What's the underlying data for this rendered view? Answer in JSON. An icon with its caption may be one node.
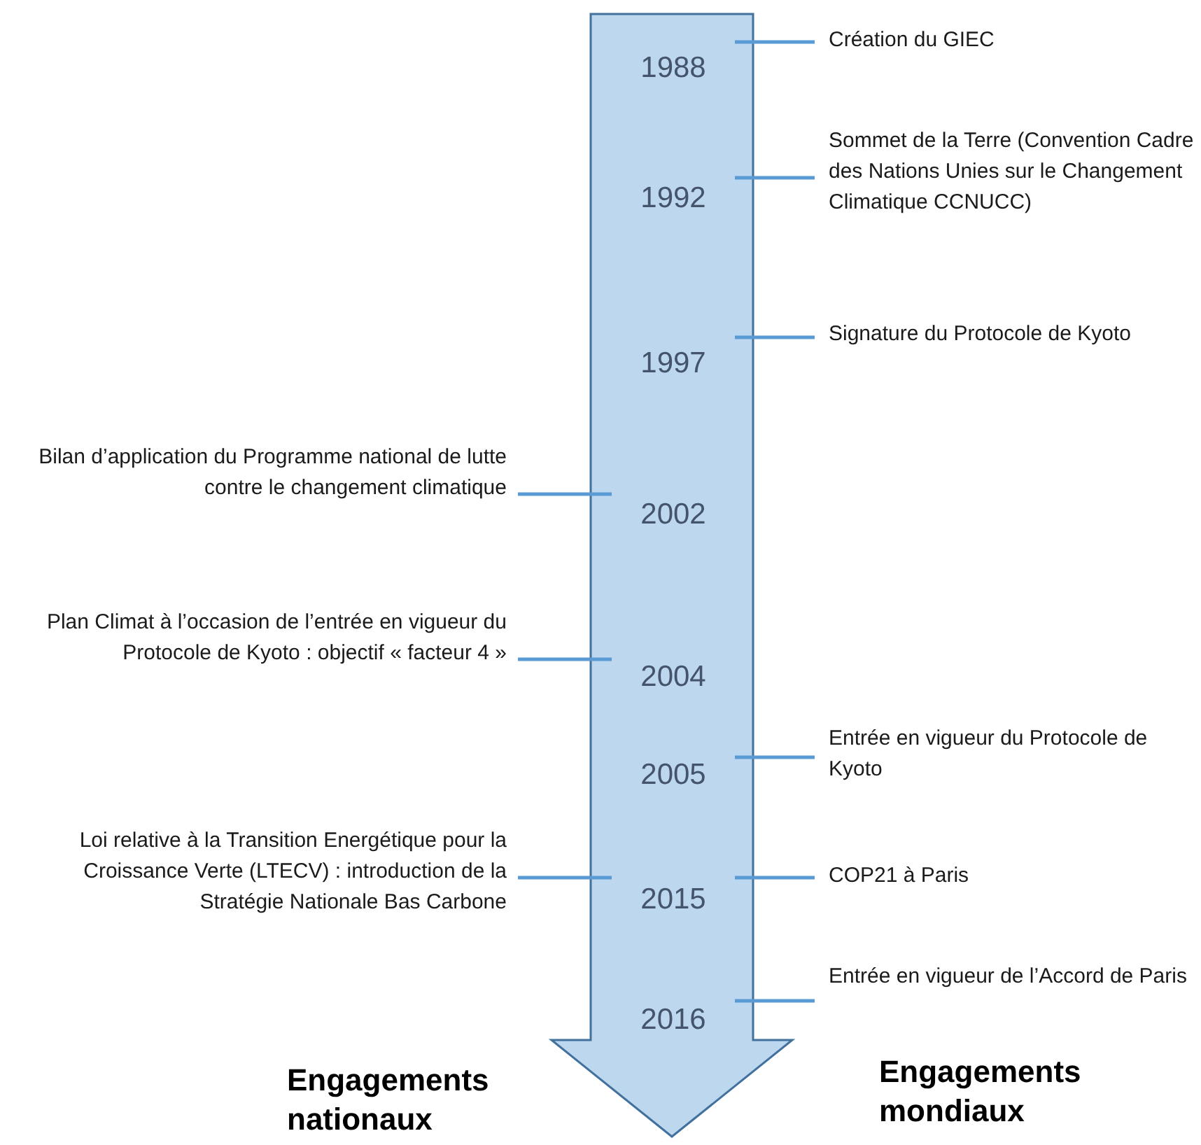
{
  "diagram": {
    "nodes": [
      {
        "text": [],
        "shape": "arrow"
      },
      {
        "text": [
          "1988"
        ],
        "in": 0
      },
      {
        "text": [
          "Création du GIEC"
        ]
      },
      {
        "text": [
          "1992"
        ],
        "in": 0
      },
      {
        "text": [
          "Sommet de la Terre (Convention Cadre des Nations Unies sur le Changement Climatique CCNUCC)"
        ]
      },
      {
        "text": [
          "1997"
        ],
        "in": 0
      },
      {
        "text": [
          "Signature du Protocole de Kyoto"
        ]
      },
      {
        "text": [
          "Bilan d’application du Programme national de lutte contre le changement climatique"
        ]
      },
      {
        "text": [
          "2002"
        ],
        "in": 0
      },
      {
        "text": [
          "Plan Climat à l’occasion de l’entrée en vigueur du Protocole de Kyoto : objectif « facteur 4 »"
        ]
      },
      {
        "text": [
          "2004"
        ],
        "in": 0
      },
      {
        "text": [
          "2005"
        ],
        "in": 0
      },
      {
        "text": [
          "Entrée en vigueur du Protocole de Kyoto"
        ]
      },
      {
        "text": [
          "Loi relative à la Transition Energétique pour la Croissance Verte (LTECV) : introduction de la Stratégie Nationale Bas Carbone"
        ]
      },
      {
        "text": [
          "2015"
        ],
        "in": 0
      },
      {
        "text": [
          "COP21 à Paris"
        ]
      },
      {
        "text": [
          "2016"
        ],
        "in": 0
      },
      {
        "text": [
          "Entrée en vigueur de l’Accord de Paris"
        ]
      }
    ],
    "edges": [
      {
        "from": 1,
        "to": 2,
        "arrow": "none"
      },
      {
        "from": 3,
        "to": 4,
        "arrow": "none"
      },
      {
        "from": 5,
        "to": 6,
        "arrow": "none"
      },
      {
        "from": 7,
        "to": 8,
        "arrow": "none"
      },
      {
        "from": 9,
        "to": 10,
        "arrow": "none"
      },
      {
        "from": 11,
        "to": 12,
        "arrow": "none"
      },
      {
        "from": 13,
        "to": 14,
        "arrow": "none"
      },
      {
        "from": 14,
        "to": 15,
        "arrow": "none"
      },
      {
        "from": 16,
        "to": 17,
        "arrow": "none"
      }
    ],
    "labels": [
      "Engagements nationaux",
      "Engagements mondiaux"
    ]
  }
}
